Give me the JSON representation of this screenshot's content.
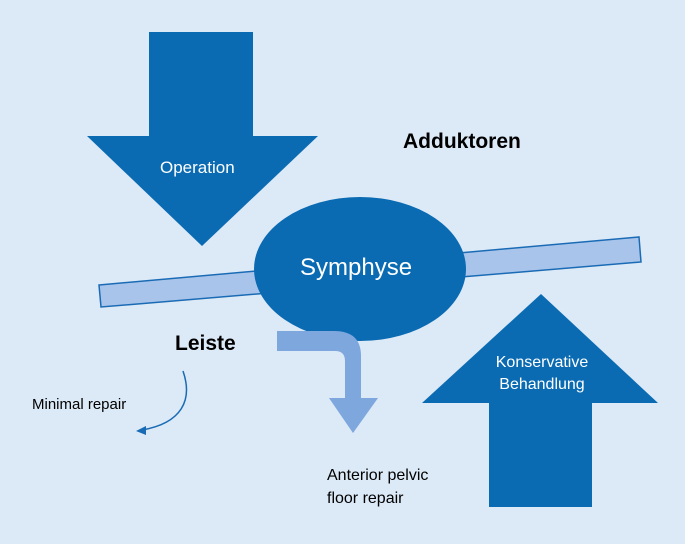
{
  "labels": {
    "operation": "Operation",
    "adduktoren": "Adduktoren",
    "symphyse": "Symphyse",
    "leiste": "Leiste",
    "minimal_repair": "Minimal repair",
    "konservative_line1": "Konservative",
    "konservative_line2": "Behandlung",
    "anterior_line1": "Anterior pelvic",
    "anterior_line2": "floor repair"
  },
  "colors": {
    "background": "#dce9f7",
    "primary_blue": "#0a6bb3",
    "light_blue": "#7ea7dd",
    "bar_fill": "#a9c4ea",
    "bar_stroke": "#1a6bb5"
  }
}
